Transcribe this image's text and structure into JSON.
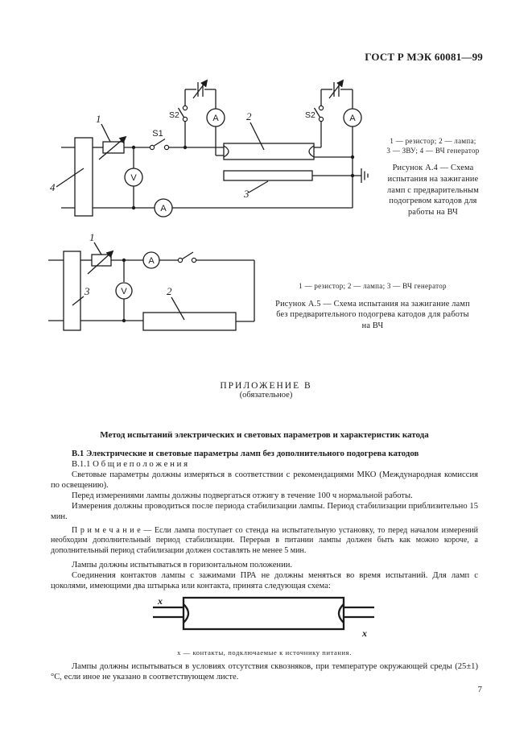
{
  "page": {
    "header": "ГОСТ Р МЭК 60081—99",
    "page_number": "7"
  },
  "figure_a4": {
    "legend_line1": "1 — резистор;   2 — лампа;",
    "legend_line2": "3 — ЗВУ; 4 — ВЧ генератор",
    "caption_line1": "Рисунок А.4 — Схема",
    "caption_line2": "испытания на зажигание",
    "caption_line3": "ламп с предварительным",
    "caption_line4": "подогревом катодов для",
    "caption_line5": "работы на ВЧ",
    "labels": {
      "n1": "1",
      "n2": "2",
      "n3": "3",
      "n4": "4",
      "s1": "S1",
      "s2": "S2",
      "ammeter": "A",
      "voltmeter": "V"
    }
  },
  "figure_a5": {
    "legend": "1 — резистор; 2 — лампа; 3 — ВЧ генератор",
    "caption_line1": "Рисунок А.5 — Схема испытания на зажигание ламп",
    "caption_line2": "без предварительного подогрева катодов для работы",
    "caption_line3": "на ВЧ",
    "labels": {
      "n1": "1",
      "n2": "2",
      "n3": "3",
      "ammeter": "A",
      "voltmeter": "V"
    }
  },
  "appendix": {
    "title": "ПРИЛОЖЕНИЕ В",
    "subtitle": "(обязательное)"
  },
  "section": {
    "heading": "Метод испытаний электрических и световых параметров и характеристик катода",
    "b1": "В.1 Электрические и световые параметры ламп без дополнительного подогрева катодов",
    "b11": "В.1.1  О б щ и е   п о л о ж е н и я",
    "p1": "Световые параметры должны измеряться в соответствии с рекомендациями МКО (Международная комиссия по освещению).",
    "p2": "Перед измерениями лампы должны подвергаться отжигу в течение 100 ч нормальной работы.",
    "p3": "Измерения должны проводиться после периода стабилизации лампы. Период стабилизации приблизительно 15 мин.",
    "note": "П р и м е ч а н и е — Если лампа поступает со стенда на испытательную установку, то перед началом измерений необходим дополнительный период стабилизации. Перерыв в питании лампы должен быть как можно короче, а дополнительный период стабилизации должен составлять не менее 5 мин.",
    "p4": "Лампы должны испытываться в горизонтальном положении.",
    "p5": "Соединения контактов лампы с зажимами ПРА не должны меняться во время испытаний. Для ламп с цоколями, имеющими два штырька или контакта, принята следующая схема:",
    "p6": "Лампы должны испытываться в условиях отсутствия сквозняков, при температуре окружающей среды (25±1) °С, если иное не указано в соответствующем листе."
  },
  "lamp_figure": {
    "x_label": "x",
    "caption": "х  —  контакты, подключаемые  к  источнику  питания."
  },
  "colors": {
    "ink": "#1c1c1c",
    "paper": "#ffffff"
  }
}
